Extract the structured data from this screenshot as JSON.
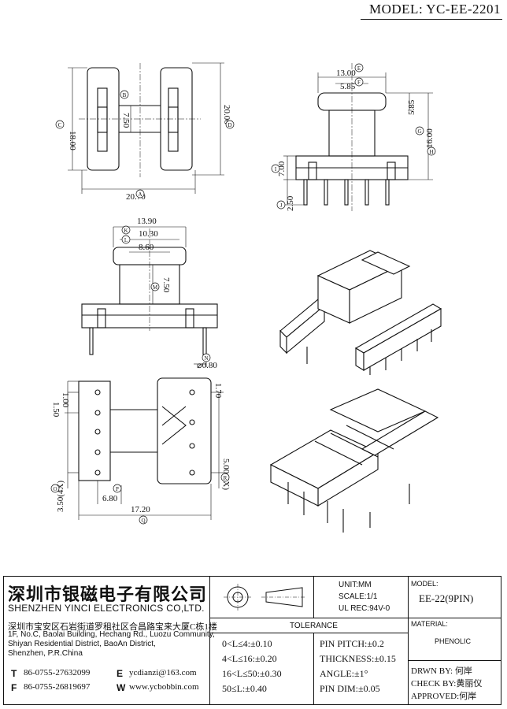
{
  "header": {
    "model": "MODEL: YC-EE-2201"
  },
  "dims": {
    "top_left": {
      "d18": "18.00",
      "d20": "20.00",
      "d750": "7.50",
      "d2070": "20.70"
    },
    "top_right": {
      "d13": "13.00",
      "d585a": "5.85",
      "d585b": "5.85",
      "d16": "16.00",
      "d7": "7.00",
      "d25": "2.50"
    },
    "mid_left": {
      "d139": "13.90",
      "d103": "10.30",
      "d86": "8.60",
      "d75": "7.50",
      "d08": "⌀0.80"
    },
    "bottom_left": {
      "d1": "1.00",
      "d15": "1.50",
      "d17": "1.70",
      "d35": "3.50(4X)",
      "d5": "5.00(3X)",
      "d68": "6.80",
      "d172": "17.20"
    }
  },
  "markers": [
    "A",
    "B",
    "C",
    "D",
    "E",
    "F",
    "G",
    "H",
    "I",
    "J",
    "K",
    "L",
    "M",
    "N",
    "O",
    "P",
    "Q",
    "R"
  ],
  "company": {
    "name_cn": "深圳市银磁电子有限公司",
    "name_en": "SHENZHEN YINCI ELECTRONICS CO,LTD.",
    "address_cn": "深圳市宝安区石岩街道罗租社区合昌路宝来大厦C栋1楼",
    "address_en_1": "1F, No.C, Baolai Building, Hechang Rd., Luozu Community,",
    "address_en_2": "Shiyan Residential District, BaoAn District,",
    "address_en_3": "Shenzhen, P.R.China",
    "tel_label": "T",
    "tel": "86-0755-27632099",
    "fax_label": "F",
    "fax": "86-0755-26819697",
    "email_label": "E",
    "email": "ycdianzi@163.com",
    "web_label": "W",
    "web": "www.ycbobbin.com"
  },
  "spec": {
    "unit": "UNIT:MM",
    "scale": "SCALE:1/1",
    "ul": "UL REC:94V-0",
    "model_label": "MODEL:",
    "model_value": "EE-22(9PIN)",
    "material_label": "MATERIAL:",
    "material_value": "PHENOLIC"
  },
  "tolerance": {
    "title": "TOLERANCE",
    "left": [
      "0<L≤4:±0.10",
      "4<L≤16:±0.20",
      "16<L≤50:±0.30",
      "50≤L:±0.40"
    ],
    "right": [
      "PIN PITCH:±0.2",
      "THICKNESS:±0.15",
      "ANGLE:±1°",
      "PIN DIM:±0.05"
    ]
  },
  "approvals": {
    "drawn": "DRWN BY: 何岸",
    "checked": "CHECK BY:黄丽仪",
    "approved": "APPROVED:何岸"
  }
}
